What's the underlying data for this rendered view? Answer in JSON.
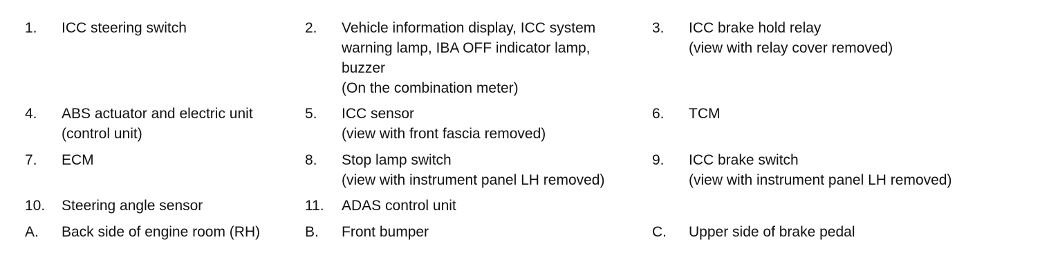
{
  "legend": {
    "rows": [
      [
        {
          "num": "1.",
          "lines": [
            "ICC steering switch"
          ]
        },
        {
          "num": "2.",
          "lines": [
            "Vehicle information display, ICC system",
            "warning lamp, IBA OFF indicator lamp,",
            "buzzer",
            "(On the combination meter)"
          ]
        },
        {
          "num": "3.",
          "lines": [
            "ICC brake hold relay",
            "(view with relay cover removed)"
          ]
        }
      ],
      [
        {
          "num": "4.",
          "lines": [
            "ABS actuator and electric unit",
            "(control unit)"
          ]
        },
        {
          "num": "5.",
          "lines": [
            "ICC sensor",
            "(view with front fascia removed)"
          ]
        },
        {
          "num": "6.",
          "lines": [
            "TCM"
          ]
        }
      ],
      [
        {
          "num": "7.",
          "lines": [
            "ECM"
          ]
        },
        {
          "num": "8.",
          "lines": [
            "Stop lamp switch",
            "(view with instrument panel LH removed)"
          ]
        },
        {
          "num": "9.",
          "lines": [
            "ICC brake switch",
            "(view with instrument panel LH removed)"
          ]
        }
      ],
      [
        {
          "num": "10.",
          "lines": [
            "Steering angle sensor"
          ]
        },
        {
          "num": "11.",
          "lines": [
            "ADAS control unit"
          ]
        }
      ],
      [
        {
          "num": "A.",
          "lines": [
            "Back side of engine room (RH)"
          ]
        },
        {
          "num": "B.",
          "lines": [
            "Front bumper"
          ]
        },
        {
          "num": "C.",
          "lines": [
            "Upper side of brake pedal"
          ]
        }
      ]
    ]
  }
}
